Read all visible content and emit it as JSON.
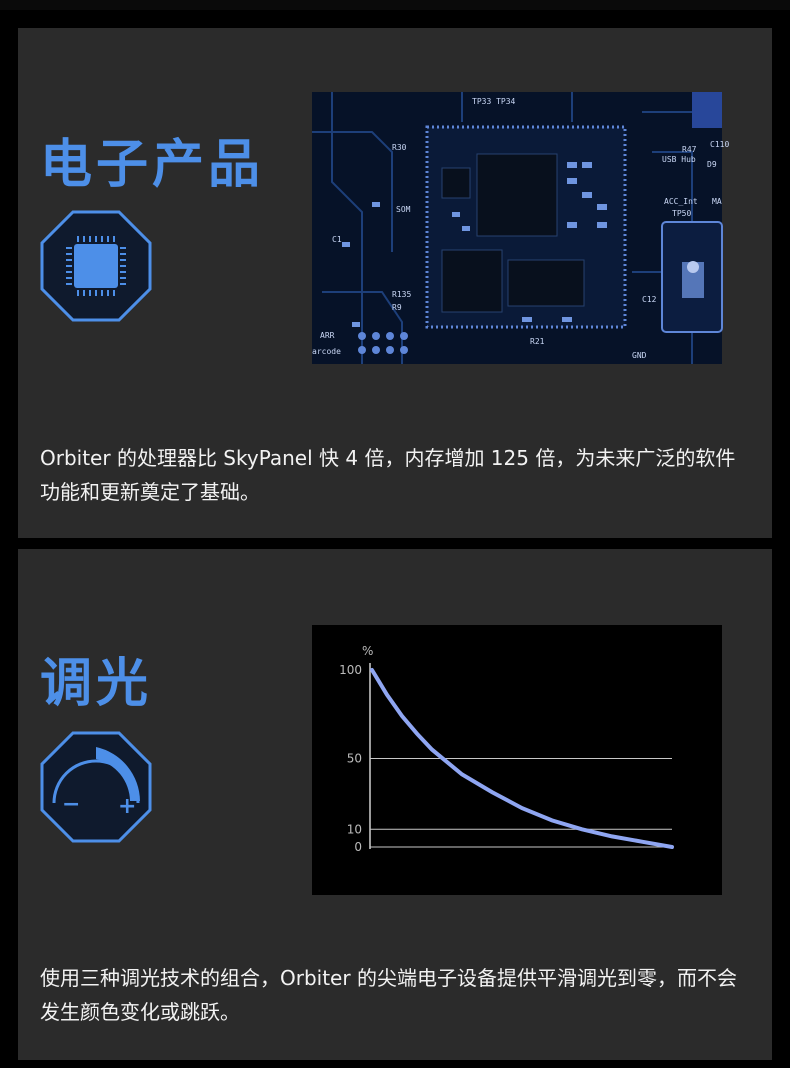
{
  "section_electronics": {
    "title": "电子产品",
    "icon": "chip-icon",
    "description": "Orbiter 的处理器比 SkyPanel 快 4 倍，内存增加 125 倍，为未来广泛的软件功能和更新奠定了基础。",
    "board_labels": {
      "usb_hub": "USB Hub",
      "acc_int": "ACC_Int",
      "som": "SOM",
      "gnd": "GND",
      "r47": "R47",
      "ma": "MA",
      "tp50": "TP50",
      "tp_row": "TP33 TP34",
      "r30": "R30",
      "r135": "R135",
      "arr": "ARR",
      "barcode": "arcode",
      "c1": "C1",
      "r21": "R21",
      "r9": "R9",
      "c12": "C12",
      "d9": "D9",
      "c110": "C110"
    }
  },
  "section_dimming": {
    "title": "调光",
    "icon": "dimmer-dial-icon",
    "dial_minus": "−",
    "dial_plus": "+",
    "description": "使用三种调光技术的组合，Orbiter 的尖端电子设备提供平滑调光到零，而不会发生颜色变化或跳跃。"
  },
  "chart_data": {
    "type": "line",
    "title": "",
    "xlabel": "",
    "ylabel": "%",
    "ylim": [
      0,
      100
    ],
    "yticks": [
      100,
      50,
      10,
      0
    ],
    "gridlines": [
      50,
      10,
      0
    ],
    "series": [
      {
        "color": "#8fa6f2",
        "x": [
          0,
          0.05,
          0.1,
          0.15,
          0.2,
          0.3,
          0.4,
          0.5,
          0.6,
          0.7,
          0.8,
          0.9,
          1.0
        ],
        "y": [
          100,
          86,
          74,
          64,
          55,
          41,
          31,
          22,
          15,
          10,
          6,
          3,
          0
        ]
      }
    ]
  }
}
